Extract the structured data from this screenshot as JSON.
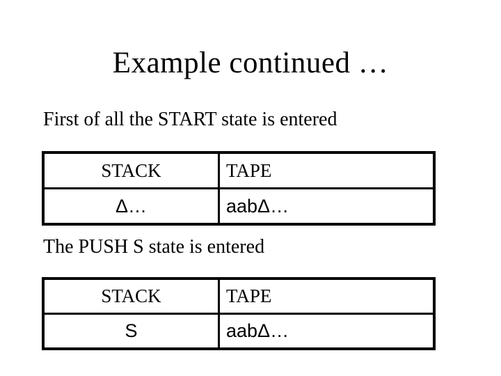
{
  "slide": {
    "background_color": "#ffffff",
    "text_color": "#000000",
    "table_border_color": "#000000",
    "title": "Example continued …",
    "sections": [
      {
        "text": "First of all the START state is entered"
      },
      {
        "text": "The PUSH S state is entered"
      }
    ],
    "tables": [
      {
        "headers": [
          "STACK",
          "TAPE"
        ],
        "rows": [
          [
            "Δ…",
            "aabΔ…"
          ]
        ]
      },
      {
        "headers": [
          "STACK",
          "TAPE"
        ],
        "rows": [
          [
            "S",
            "aabΔ…"
          ]
        ]
      }
    ]
  }
}
